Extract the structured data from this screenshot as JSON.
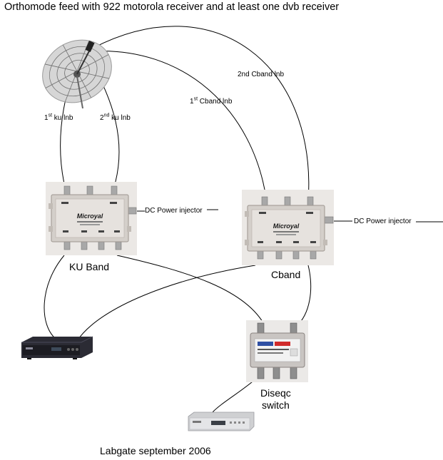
{
  "title": "Orthomode feed with 922 motorola receiver and at least one dvb receiver",
  "labels": {
    "ku_lnb_1_num": "1",
    "ku_lnb_1_sup": "st",
    "ku_lnb_1_text": " ku lnb",
    "ku_lnb_2_num": "2",
    "ku_lnb_2_sup": "nd",
    "ku_lnb_2_text": " ku lnb",
    "cband_lnb_1_num": "1",
    "cband_lnb_1_sup": "st",
    "cband_lnb_1_text": " Cband lnb",
    "cband_lnb_2": "2nd Cband lnb",
    "dc_power_1": "DC Power injector",
    "dc_power_2": "DC Power injector",
    "ku_band": "KU Band",
    "cband": "Cband",
    "diseqc_line1": "Diseqc",
    "diseqc_line2": "switch"
  },
  "multiswitch_brand": "Microyal",
  "footer": "Labgate september 2006"
}
